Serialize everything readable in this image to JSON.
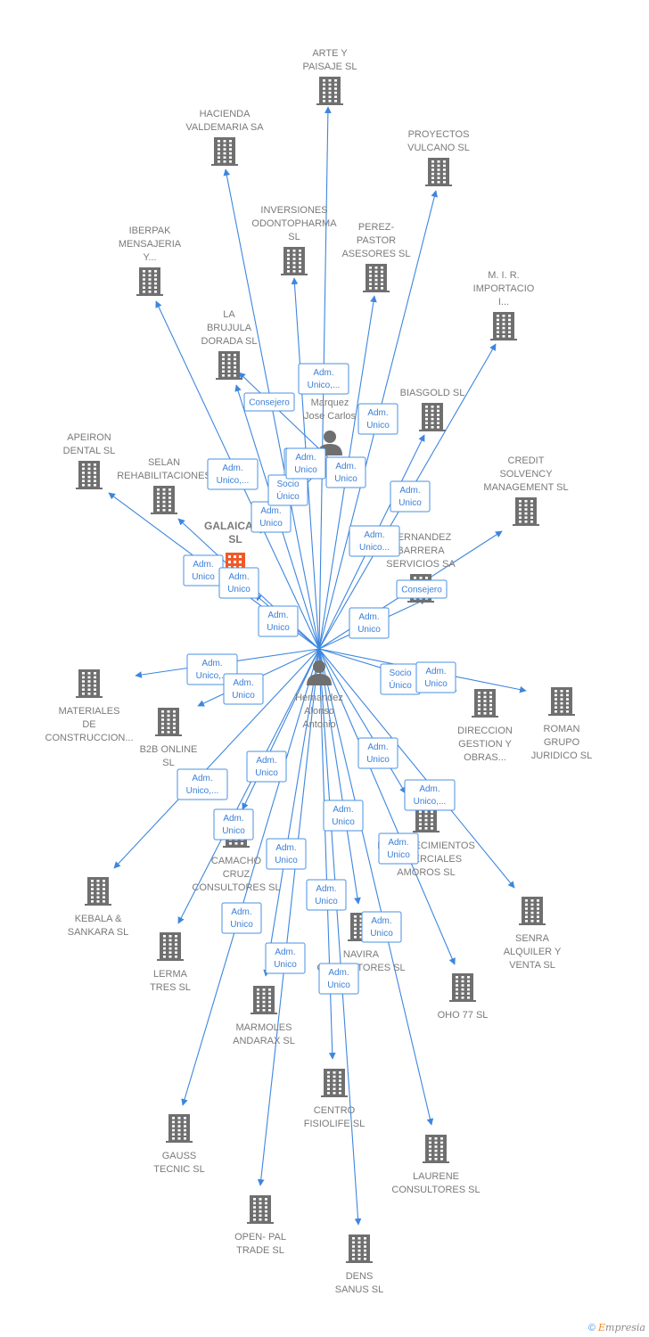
{
  "nodes": [
    {
      "id": "p1",
      "type": "person",
      "lines": [
        "Hernandez",
        "Alonso",
        "Antonio"
      ]
    },
    {
      "id": "p2",
      "type": "person",
      "lines": [
        "Marquez",
        "Jose Carlos"
      ]
    },
    {
      "id": "galaicafe",
      "type": "company-main",
      "lines": [
        "GALAICAFE",
        "SL"
      ]
    },
    {
      "id": "arte",
      "type": "company",
      "lines": [
        "ARTE Y",
        "PAISAJE SL"
      ]
    },
    {
      "id": "hacienda",
      "type": "company",
      "lines": [
        "HACIENDA",
        "VALDEMARIA SA"
      ]
    },
    {
      "id": "proyectos",
      "type": "company",
      "lines": [
        "PROYECTOS",
        "VULCANO SL"
      ]
    },
    {
      "id": "inversiones",
      "type": "company",
      "lines": [
        "INVERSIONES",
        "ODONTOPHARMA",
        "SL"
      ]
    },
    {
      "id": "perez",
      "type": "company",
      "lines": [
        "PEREZ-",
        "PASTOR",
        "ASESORES SL"
      ]
    },
    {
      "id": "iberpak",
      "type": "company",
      "lines": [
        "IBERPAK",
        "MENSAJERIA",
        "Y..."
      ]
    },
    {
      "id": "mir",
      "type": "company",
      "lines": [
        "M.  I. R.",
        "IMPORTACIO",
        "I..."
      ]
    },
    {
      "id": "brujula",
      "type": "company",
      "lines": [
        "LA",
        "BRUJULA",
        "DORADA SL"
      ]
    },
    {
      "id": "biasgold",
      "type": "company",
      "lines": [
        "BIASGOLD SL"
      ]
    },
    {
      "id": "apeiron",
      "type": "company",
      "lines": [
        "APEIRON",
        "DENTAL  SL"
      ]
    },
    {
      "id": "selan",
      "type": "company",
      "lines": [
        "SELAN",
        "REHABILITACIONES"
      ]
    },
    {
      "id": "credit",
      "type": "company",
      "lines": [
        "CREDIT",
        "SOLVENCY",
        "MANAGEMENT SL"
      ]
    },
    {
      "id": "hbarrera",
      "type": "company",
      "lines": [
        "HERNANDEZ",
        "BARRERA",
        "SERVICIOS SA"
      ]
    },
    {
      "id": "materiales",
      "type": "company",
      "lines": [
        "MATERIALES",
        "DE",
        "CONSTRUCCION..."
      ]
    },
    {
      "id": "b2b",
      "type": "company",
      "lines": [
        "B2B ONLINE",
        "SL"
      ]
    },
    {
      "id": "direccion",
      "type": "company",
      "lines": [
        "DIRECCION",
        "GESTION Y",
        "OBRAS..."
      ]
    },
    {
      "id": "roman",
      "type": "company",
      "lines": [
        "ROMAN",
        "GRUPO",
        "JURIDICO  SL"
      ]
    },
    {
      "id": "camacho",
      "type": "company",
      "lines": [
        "CAMACHO",
        "CRUZ",
        "CONSULTORES SL"
      ]
    },
    {
      "id": "establec",
      "type": "company",
      "lines": [
        "ESTABLECIMIENTOS",
        "COMERCIALES",
        "AMOROS SL"
      ]
    },
    {
      "id": "kebala",
      "type": "company",
      "lines": [
        "KEBALA &",
        "SANKARA SL"
      ]
    },
    {
      "id": "senra",
      "type": "company",
      "lines": [
        "SENRA",
        "ALQUILER Y",
        "VENTA SL"
      ]
    },
    {
      "id": "lerma",
      "type": "company",
      "lines": [
        "LERMA",
        "TRES SL"
      ]
    },
    {
      "id": "navira",
      "type": "company",
      "lines": [
        "NAVIRA",
        "CONSULTORES SL"
      ]
    },
    {
      "id": "oho",
      "type": "company",
      "lines": [
        "OHO 77  SL"
      ]
    },
    {
      "id": "marmoles",
      "type": "company",
      "lines": [
        "MARMOLES",
        "ANDARAX SL"
      ]
    },
    {
      "id": "centro",
      "type": "company",
      "lines": [
        "CENTRO",
        "FISIOLIFE SL"
      ]
    },
    {
      "id": "gauss",
      "type": "company",
      "lines": [
        "GAUSS",
        "TECNIC SL"
      ]
    },
    {
      "id": "laurene",
      "type": "company",
      "lines": [
        "LAURENE",
        "CONSULTORES SL"
      ]
    },
    {
      "id": "openpal",
      "type": "company",
      "lines": [
        "OPEN- PAL",
        "TRADE  SL"
      ]
    },
    {
      "id": "dens",
      "type": "company",
      "lines": [
        "DENS",
        "SANUS SL"
      ]
    }
  ],
  "edges": [
    {
      "from": "p1",
      "to": "arte",
      "label": [
        "Adm.",
        "Unico,..."
      ]
    },
    {
      "from": "p1",
      "to": "hacienda",
      "label": [
        "Consejero"
      ]
    },
    {
      "from": "p1",
      "to": "proyectos",
      "label": [
        "Adm.",
        "Unico"
      ]
    },
    {
      "from": "p1",
      "to": "inversiones",
      "label": [
        "Adm.",
        "Unico"
      ]
    },
    {
      "from": "p1",
      "to": "perez",
      "label": [
        "Adm.",
        "Unico"
      ]
    },
    {
      "from": "p1",
      "to": "iberpak",
      "label": [
        "Adm.",
        "Unico,..."
      ]
    },
    {
      "from": "p1",
      "to": "mir",
      "label": [
        "Adm.",
        "Unico"
      ]
    },
    {
      "from": "p1",
      "to": "brujula",
      "label": [
        "Adm.",
        "Unico"
      ]
    },
    {
      "from": "p1",
      "to": "biasgold",
      "label": [
        "Adm.",
        "Unico..."
      ]
    },
    {
      "from": "p1",
      "to": "apeiron",
      "label": [
        "Adm.",
        "Unico"
      ]
    },
    {
      "from": "p1",
      "to": "selan",
      "label": [
        "Adm.",
        "Unico"
      ]
    },
    {
      "from": "p1",
      "to": "credit",
      "label": [
        "Consejero"
      ]
    },
    {
      "from": "p1",
      "to": "hbarrera",
      "label": [
        "Adm.",
        "Unico"
      ]
    },
    {
      "from": "p1",
      "to": "galaicafe",
      "label": [
        "Adm.",
        "Unico"
      ]
    },
    {
      "from": "p1",
      "to": "materiales",
      "label": [
        "Adm.",
        "Unico,..."
      ]
    },
    {
      "from": "p1",
      "to": "b2b",
      "label": [
        "Adm.",
        "Unico"
      ]
    },
    {
      "from": "p1",
      "to": "direccion",
      "label": [
        "Socio",
        "Único"
      ]
    },
    {
      "from": "p1",
      "to": "roman",
      "label": [
        "Adm.",
        "Unico"
      ]
    },
    {
      "from": "p1",
      "to": "camacho",
      "label": [
        "Adm.",
        "Unico"
      ]
    },
    {
      "from": "p1",
      "to": "establec",
      "label": [
        "Adm.",
        "Unico"
      ]
    },
    {
      "from": "p1",
      "to": "kebala",
      "label": [
        "Adm.",
        "Unico,..."
      ]
    },
    {
      "from": "p1",
      "to": "senra",
      "label": [
        "Adm.",
        "Unico,..."
      ]
    },
    {
      "from": "p1",
      "to": "lerma",
      "label": [
        "Adm.",
        "Unico"
      ]
    },
    {
      "from": "p1",
      "to": "navira",
      "label": [
        "Adm.",
        "Unico"
      ]
    },
    {
      "from": "p1",
      "to": "oho",
      "label": [
        "Adm.",
        "Unico"
      ]
    },
    {
      "from": "p1",
      "to": "marmoles",
      "label": [
        "Adm.",
        "Unico"
      ]
    },
    {
      "from": "p1",
      "to": "centro",
      "label": [
        "Adm.",
        "Unico"
      ]
    },
    {
      "from": "p1",
      "to": "gauss",
      "label": [
        "Adm.",
        "Unico"
      ]
    },
    {
      "from": "p1",
      "to": "laurene",
      "label": [
        "Adm.",
        "Unico"
      ]
    },
    {
      "from": "p1",
      "to": "openpal",
      "label": [
        "Adm.",
        "Unico"
      ]
    },
    {
      "from": "p1",
      "to": "dens",
      "label": [
        "Adm.",
        "Unico"
      ]
    },
    {
      "from": "p2",
      "to": "galaicafe",
      "label": [
        "Socio",
        "Único"
      ]
    },
    {
      "from": "p2",
      "to": "brujula",
      "label": [
        "Adm.",
        "Unico"
      ]
    }
  ],
  "colors": {
    "edge": "#3d86de",
    "node": "#6f6f6f",
    "main_node": "#f05a28",
    "label": "#7a7a7a"
  },
  "brand": {
    "copyright": "©",
    "first": "E",
    "rest": "mpresia"
  }
}
